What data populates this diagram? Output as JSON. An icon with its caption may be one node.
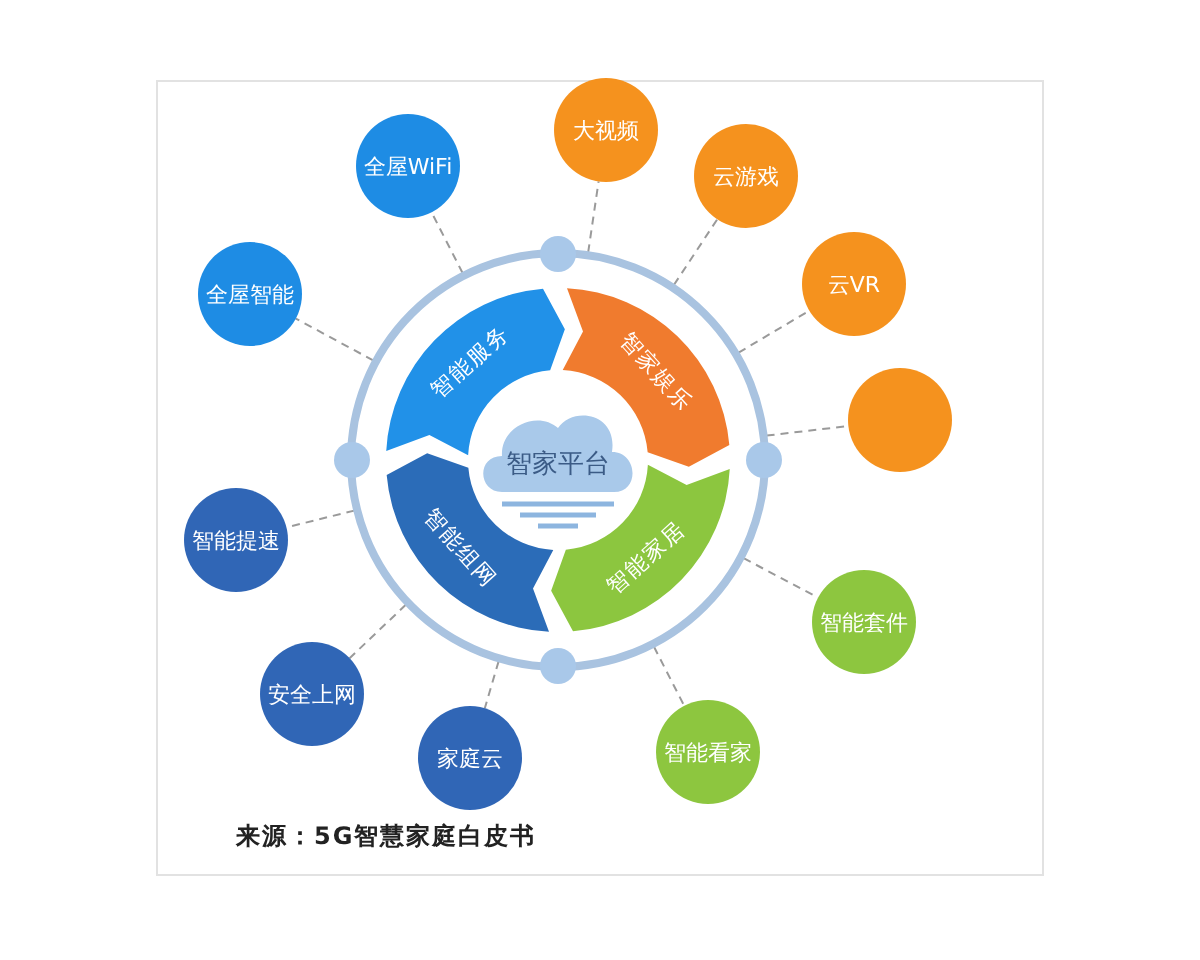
{
  "diagram": {
    "caption": "来源：5G智慧家庭白皮书",
    "nodes": [
      {
        "text": [],
        "shape": "circle"
      },
      {
        "text": [
          "智家平台"
        ],
        "in": 0
      },
      {
        "text": [
          "智能服务"
        ],
        "in": 0
      },
      {
        "text": [
          "智家娱乐"
        ],
        "in": 0
      },
      {
        "text": [
          "智能家居"
        ],
        "in": 0
      },
      {
        "text": [
          "智能组网"
        ],
        "in": 0
      },
      {
        "text": [
          "大视频"
        ]
      },
      {
        "text": [
          "全屋WiFi"
        ]
      },
      {
        "text": [
          "云游戏"
        ]
      },
      {
        "text": [
          "云VR"
        ]
      },
      {
        "text": [
          "全屋智能"
        ]
      },
      {
        "text": [],
        "shape": "circle"
      },
      {
        "text": [
          "智能提速"
        ]
      },
      {
        "text": [
          "智能套件"
        ]
      },
      {
        "text": [
          "安全上网"
        ]
      },
      {
        "text": [
          "智能看家"
        ]
      },
      {
        "text": [
          "家庭云"
        ]
      }
    ],
    "edges": [
      {
        "from": 0,
        "to": 6,
        "arrow": "none",
        "style": "dashed"
      },
      {
        "from": 0,
        "to": 7,
        "arrow": "none",
        "style": "dashed"
      },
      {
        "from": 0,
        "to": 8,
        "arrow": "none",
        "style": "dashed"
      },
      {
        "from": 0,
        "to": 9,
        "arrow": "none",
        "style": "dashed"
      },
      {
        "from": 0,
        "to": 10,
        "arrow": "none",
        "style": "dashed"
      },
      {
        "from": 0,
        "to": 11,
        "arrow": "none",
        "style": "dashed"
      },
      {
        "from": 0,
        "to": 12,
        "arrow": "none",
        "style": "dashed"
      },
      {
        "from": 0,
        "to": 13,
        "arrow": "none",
        "style": "dashed"
      },
      {
        "from": 0,
        "to": 14,
        "arrow": "none",
        "style": "dashed"
      },
      {
        "from": 0,
        "to": 15,
        "arrow": "none",
        "style": "dashed"
      },
      {
        "from": 0,
        "to": 16,
        "arrow": "none",
        "style": "dashed"
      }
    ]
  }
}
